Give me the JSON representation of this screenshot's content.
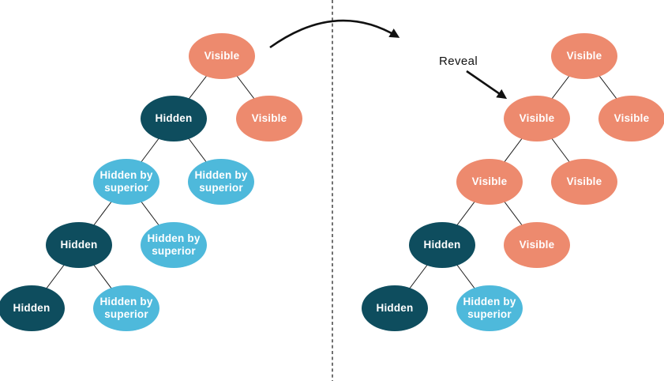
{
  "annotations": {
    "reveal_label": "Reveal"
  },
  "colors": {
    "visible_node": "#ED8A6E",
    "hidden_node": "#0E4D5E",
    "hidden_by_superior_node": "#4EB9DB",
    "node_text": "#FFFFFF",
    "edge_line": "#1B1B1B",
    "annotation_ink": "#111111",
    "background": "#FFFFFF"
  },
  "left_tree": {
    "nodes": [
      {
        "id": "L0",
        "label": "Visible",
        "state": "visible"
      },
      {
        "id": "L1",
        "label": "Hidden",
        "state": "hidden"
      },
      {
        "id": "L2",
        "label": "Visible",
        "state": "visible"
      },
      {
        "id": "L3",
        "label": "Hidden by superior",
        "state": "hidden-by-superior"
      },
      {
        "id": "L4",
        "label": "Hidden by superior",
        "state": "hidden-by-superior"
      },
      {
        "id": "L5",
        "label": "Hidden",
        "state": "hidden"
      },
      {
        "id": "L6",
        "label": "Hidden by superior",
        "state": "hidden-by-superior"
      },
      {
        "id": "L7",
        "label": "Hidden",
        "state": "hidden"
      },
      {
        "id": "L8",
        "label": "Hidden by superior",
        "state": "hidden-by-superior"
      }
    ],
    "edges": [
      [
        "L0",
        "L1"
      ],
      [
        "L0",
        "L2"
      ],
      [
        "L1",
        "L3"
      ],
      [
        "L1",
        "L4"
      ],
      [
        "L3",
        "L5"
      ],
      [
        "L3",
        "L6"
      ],
      [
        "L5",
        "L7"
      ],
      [
        "L5",
        "L8"
      ]
    ]
  },
  "right_tree": {
    "nodes": [
      {
        "id": "R0",
        "label": "Visible",
        "state": "visible"
      },
      {
        "id": "R1",
        "label": "Visible",
        "state": "visible"
      },
      {
        "id": "R2",
        "label": "Visible",
        "state": "visible"
      },
      {
        "id": "R3",
        "label": "Visible",
        "state": "visible"
      },
      {
        "id": "R4",
        "label": "Visible",
        "state": "visible"
      },
      {
        "id": "R5",
        "label": "Hidden",
        "state": "hidden"
      },
      {
        "id": "R6",
        "label": "Visible",
        "state": "visible"
      },
      {
        "id": "R7",
        "label": "Hidden",
        "state": "hidden"
      },
      {
        "id": "R8",
        "label": "Hidden by superior",
        "state": "hidden-by-superior"
      }
    ],
    "edges": [
      [
        "R0",
        "R1"
      ],
      [
        "R0",
        "R2"
      ],
      [
        "R1",
        "R3"
      ],
      [
        "R1",
        "R4"
      ],
      [
        "R3",
        "R5"
      ],
      [
        "R3",
        "R6"
      ],
      [
        "R5",
        "R7"
      ],
      [
        "R5",
        "R8"
      ]
    ]
  }
}
